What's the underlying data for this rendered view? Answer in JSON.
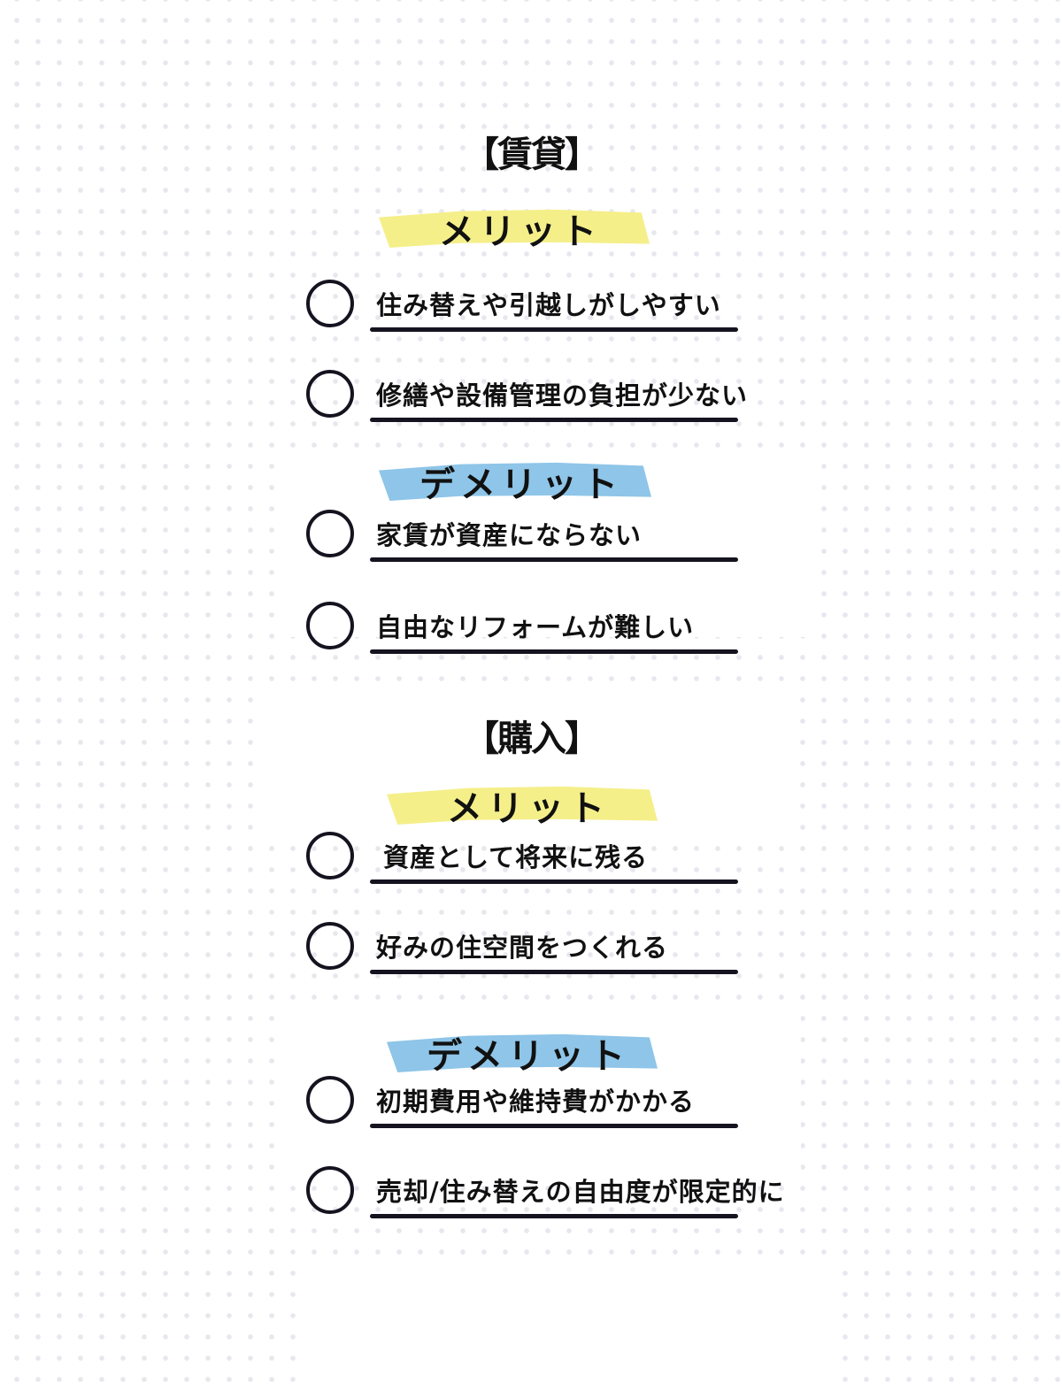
{
  "colors": {
    "merit_highlight": "#f5ef8a",
    "demerit_highlight": "#8ec5e8",
    "ink": "#15131f",
    "dot": "#e6e8ee"
  },
  "sections": [
    {
      "title": "【賃貸】",
      "merit": {
        "label": "メリット",
        "items": [
          "住み替えや引越しがしやすい",
          "修繕や設備管理の負担が少ない"
        ]
      },
      "demerit": {
        "label": "デメリット",
        "items": [
          "家賃が資産にならない",
          "自由なリフォームが難しい"
        ]
      }
    },
    {
      "title": "【購入】",
      "merit": {
        "label": "メリット",
        "items": [
          "資産として将来に残る",
          "好みの住空間をつくれる"
        ]
      },
      "demerit": {
        "label": "デメリット",
        "items": [
          "初期費用や維持費がかかる",
          "売却/住み替えの自由度が限定的に"
        ]
      }
    }
  ]
}
